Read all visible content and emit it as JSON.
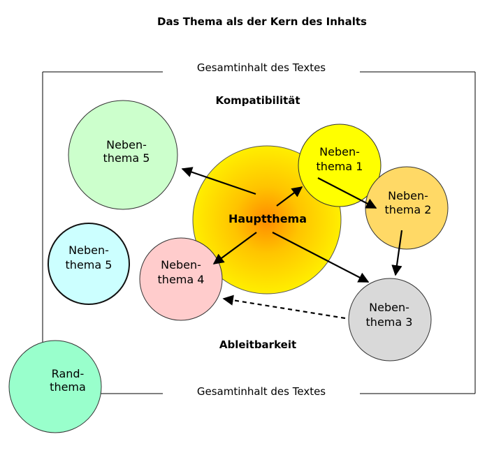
{
  "title": "Das Thema als der Kern des Inhalts",
  "frame": {
    "top_label": "Gesamtinhalt des Textes",
    "bottom_label": "Gesamtinhalt des Textes"
  },
  "labels": {
    "top": "Kompatibilität",
    "bottom": "Ableitbarkeit"
  },
  "colors": {
    "hauptthema_center": "#ff8a00",
    "hauptthema_edge": "#ffee00",
    "nebenthema_1": "#ffff00",
    "nebenthema_2": "#ffd966",
    "nebenthema_3": "#d9d9d9",
    "nebenthema_4": "#ffcccc",
    "nebenthema_5_top": "#ccffcc",
    "nebenthema_5_left": "#ccffff",
    "randthema": "#99ffcc"
  },
  "nodes": {
    "hauptthema": {
      "line1": "Hauptthema"
    },
    "n1": {
      "line1": "Neben-",
      "line2": "thema 1"
    },
    "n2": {
      "line1": "Neben-",
      "line2": "thema 2"
    },
    "n3": {
      "line1": "Neben-",
      "line2": "thema 3"
    },
    "n4": {
      "line1": "Neben-",
      "line2": "thema 4"
    },
    "n5_top": {
      "line1": "Neben-",
      "line2": "thema 5"
    },
    "n5_left": {
      "line1": "Neben-",
      "line2": "thema 5"
    },
    "rand": {
      "line1": "Rand-",
      "line2": "thema"
    }
  }
}
